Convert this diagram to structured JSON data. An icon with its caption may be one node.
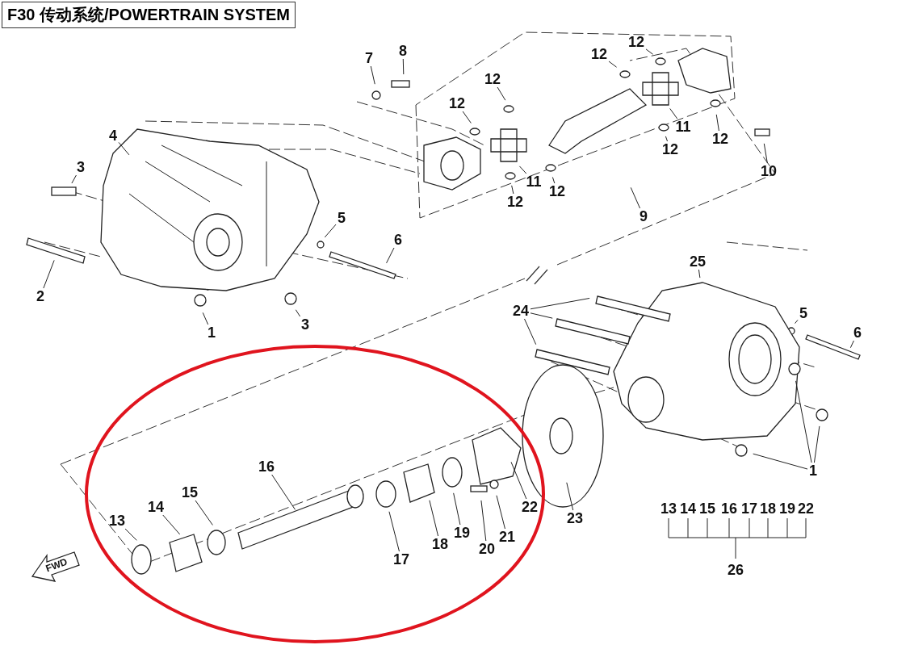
{
  "diagram": {
    "title": "F30 传动系统/POWERTRAIN SYSTEM",
    "nodes": [
      {
        "text": [
          "7"
        ]
      },
      {
        "text": [
          "8"
        ]
      },
      {
        "text": [
          "4"
        ]
      },
      {
        "text": [
          "3"
        ]
      },
      {
        "text": [
          "2"
        ]
      },
      {
        "text": [
          "5"
        ]
      },
      {
        "text": [
          "6"
        ]
      },
      {
        "text": [
          "1"
        ]
      },
      {
        "text": [
          "3"
        ]
      },
      {
        "text": [
          "12"
        ]
      },
      {
        "text": [
          "12"
        ]
      },
      {
        "text": [
          "11"
        ]
      },
      {
        "text": [
          "12"
        ]
      },
      {
        "text": [
          "12"
        ]
      },
      {
        "text": [
          "12"
        ]
      },
      {
        "text": [
          "12"
        ]
      },
      {
        "text": [
          "11"
        ]
      },
      {
        "text": [
          "12"
        ]
      },
      {
        "text": [
          "12"
        ]
      },
      {
        "text": [
          "10"
        ]
      },
      {
        "text": [
          "9"
        ]
      },
      {
        "text": [
          "25"
        ]
      },
      {
        "text": [
          "24"
        ]
      },
      {
        "text": [
          "5"
        ]
      },
      {
        "text": [
          "6"
        ]
      },
      {
        "text": [
          "1"
        ]
      },
      {
        "text": [
          "16"
        ]
      },
      {
        "text": [
          "13"
        ]
      },
      {
        "text": [
          "14"
        ]
      },
      {
        "text": [
          "15"
        ]
      },
      {
        "text": [
          "17"
        ]
      },
      {
        "text": [
          "18"
        ]
      },
      {
        "text": [
          "19"
        ]
      },
      {
        "text": [
          "20"
        ]
      },
      {
        "text": [
          "21"
        ]
      },
      {
        "text": [
          "22"
        ]
      },
      {
        "text": [
          "23"
        ]
      }
    ],
    "edges": [
      {
        "from": 0,
        "to": null,
        "arrow": "none"
      },
      {
        "from": 1,
        "to": null,
        "arrow": "none"
      },
      {
        "from": 2,
        "to": null,
        "arrow": "none"
      },
      {
        "from": 3,
        "to": null,
        "arrow": "none"
      },
      {
        "from": 4,
        "to": null,
        "arrow": "none"
      },
      {
        "from": 5,
        "to": null,
        "arrow": "none"
      },
      {
        "from": 6,
        "to": null,
        "arrow": "none"
      },
      {
        "from": 7,
        "to": null,
        "arrow": "none"
      },
      {
        "from": 8,
        "to": null,
        "arrow": "none"
      },
      {
        "from": 9,
        "to": null,
        "arrow": "none"
      },
      {
        "from": 10,
        "to": null,
        "arrow": "none"
      },
      {
        "from": 11,
        "to": null,
        "arrow": "none"
      },
      {
        "from": 12,
        "to": null,
        "arrow": "none"
      },
      {
        "from": 13,
        "to": null,
        "arrow": "none"
      },
      {
        "from": 14,
        "to": null,
        "arrow": "none"
      },
      {
        "from": 15,
        "to": null,
        "arrow": "none"
      },
      {
        "from": 16,
        "to": null,
        "arrow": "none"
      },
      {
        "from": 17,
        "to": null,
        "arrow": "none"
      },
      {
        "from": 18,
        "to": null,
        "arrow": "none"
      },
      {
        "from": 19,
        "to": null,
        "arrow": "none"
      },
      {
        "from": 20,
        "to": null,
        "arrow": "none"
      },
      {
        "from": 21,
        "to": null,
        "arrow": "none"
      },
      {
        "from": 22,
        "to": null,
        "arrow": "none"
      },
      {
        "from": 22,
        "to": null,
        "arrow": "none"
      },
      {
        "from": 22,
        "to": null,
        "arrow": "none"
      },
      {
        "from": 23,
        "to": null,
        "arrow": "none"
      },
      {
        "from": 24,
        "to": null,
        "arrow": "none"
      },
      {
        "from": 25,
        "to": null,
        "arrow": "none"
      },
      {
        "from": 25,
        "to": null,
        "arrow": "none"
      },
      {
        "from": 25,
        "to": null,
        "arrow": "none"
      },
      {
        "from": 26,
        "to": null,
        "arrow": "none"
      },
      {
        "from": 27,
        "to": null,
        "arrow": "none"
      },
      {
        "from": 28,
        "to": null,
        "arrow": "none"
      },
      {
        "from": 29,
        "to": null,
        "arrow": "none"
      },
      {
        "from": 30,
        "to": null,
        "arrow": "none"
      },
      {
        "from": 31,
        "to": null,
        "arrow": "none"
      },
      {
        "from": 32,
        "to": null,
        "arrow": "none"
      },
      {
        "from": 33,
        "to": null,
        "arrow": "none"
      },
      {
        "from": 34,
        "to": null,
        "arrow": "none"
      },
      {
        "from": 35,
        "to": null,
        "arrow": "none"
      },
      {
        "from": 36,
        "to": null,
        "arrow": "none"
      }
    ],
    "labels": [
      "13",
      "14",
      "15",
      "16",
      "17",
      "18",
      "19",
      "22",
      "FWD",
      "26"
    ]
  }
}
